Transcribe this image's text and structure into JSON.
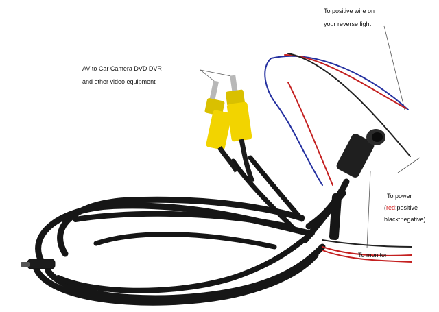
{
  "annotations": {
    "reverse_light": [
      "To positive wire on",
      "your reverse light"
    ],
    "av_output": [
      "AV to Car Camera DVD DVR",
      "and other video equipment"
    ],
    "power": [
      "To power",
      "",
      "black:negative)"
    ],
    "power_red_word": "red",
    "power_positive": ":positive",
    "monitor": "To monitor"
  },
  "colors": {
    "rca_plug": "#f2d400",
    "cable": "#161616",
    "wire_red": "#c42020",
    "wire_blue": "#2430a0",
    "highlight_red_text": "#d62020"
  }
}
